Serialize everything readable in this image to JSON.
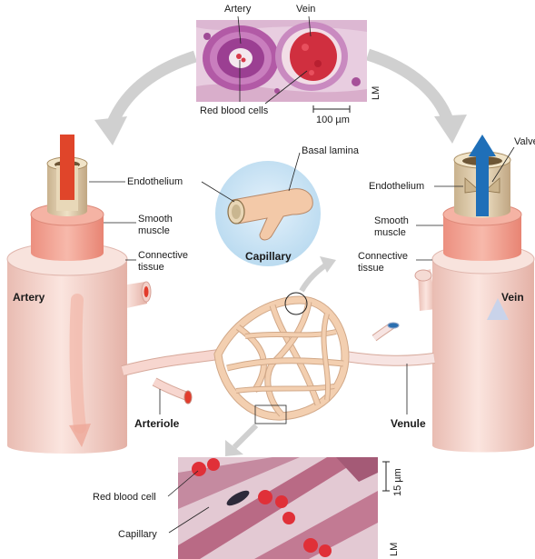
{
  "top_micrograph": {
    "artery_label": "Artery",
    "vein_label": "Vein",
    "rbc_label": "Red blood cells",
    "scale_label": "100 µm",
    "method_label": "LM"
  },
  "artery": {
    "title": "Artery",
    "endothelium_label": "Endothelium",
    "smooth_muscle_line1": "Smooth",
    "smooth_muscle_line2": "muscle",
    "connective_line1": "Connective",
    "connective_line2": "tissue"
  },
  "capillary": {
    "title": "Capillary",
    "basal_lamina_label": "Basal lamina"
  },
  "vein": {
    "title": "Vein",
    "valve_label": "Valve",
    "endothelium_label": "Endothelium",
    "smooth_muscle_line1": "Smooth",
    "smooth_muscle_line2": "muscle",
    "connective_line1": "Connective",
    "connective_line2": "tissue"
  },
  "network": {
    "arteriole_label": "Arteriole",
    "venule_label": "Venule"
  },
  "bottom_micrograph": {
    "rbc_label": "Red blood cell",
    "capillary_label": "Capillary",
    "scale_label": "15 µm",
    "method_label": "LM"
  },
  "colors": {
    "vessel_wall": "#f6d9d3",
    "smooth_muscle": "#f1a596",
    "artery_flow": "#e0452a",
    "vein_flow": "#1f6fb8",
    "capillary_network": "#f0c9a8",
    "arrow_gray": "#cfcfcf"
  }
}
